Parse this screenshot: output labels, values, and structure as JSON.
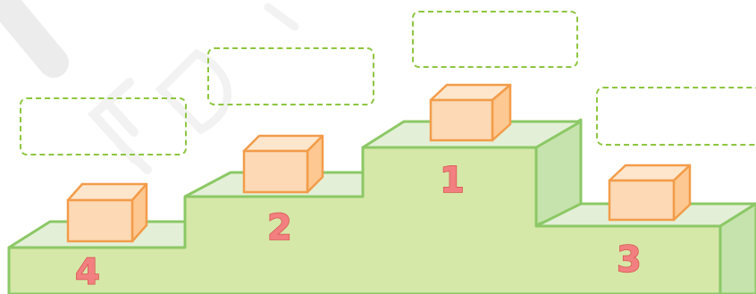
{
  "podium": {
    "place_1": "1",
    "place_2": "2",
    "place_3": "3",
    "place_4": "4"
  },
  "watermark": "ED",
  "colors": {
    "step_front": "#d5e8a8",
    "step_top": "#e3f0d7",
    "step_side": "#c6e3ad",
    "step_edge": "#8cc866",
    "cube_front": "#fdd9b5",
    "cube_edge": "#f39c4a",
    "number_fill": "#f28080",
    "dashed_box": "#8dc63f"
  }
}
